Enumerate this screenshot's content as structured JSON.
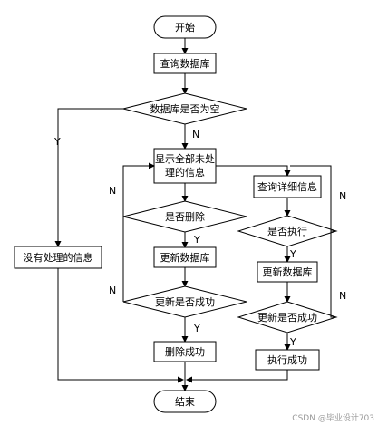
{
  "nodes": {
    "start": "开始",
    "query_db": "查询数据库",
    "db_empty": "数据库是否为空",
    "show_line1": "显示全部未处",
    "show_line2": "理的信息",
    "query_detail": "查询详细信息",
    "is_delete": "是否删除",
    "is_execute": "是否执行",
    "no_info": "没有处理的信息",
    "update_db_left": "更新数据库",
    "update_db_right": "更新数据库",
    "update_ok_left": "更新是否成功",
    "update_ok_right": "更新是否成功",
    "delete_ok": "删除成功",
    "exec_ok": "执行成功",
    "end": "结束"
  },
  "labels": {
    "y": "Y",
    "n": "N"
  },
  "watermark": "CSDN @毕业设计703"
}
